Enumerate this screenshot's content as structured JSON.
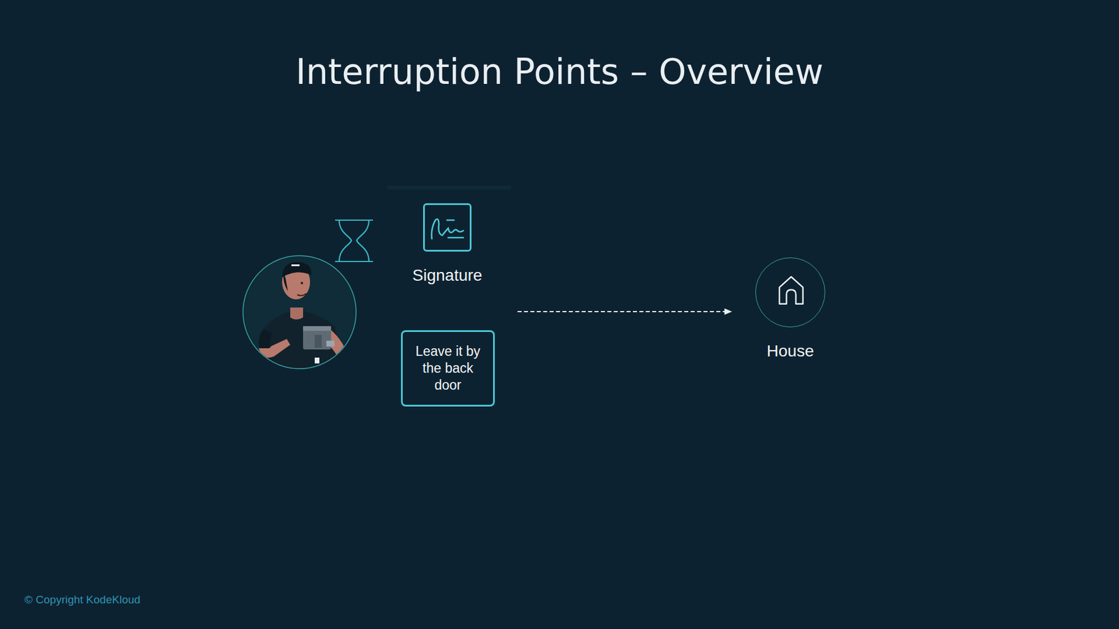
{
  "diagram": {
    "title": "Interruption Points – Overview",
    "nodes": [
      {
        "text": [
          "Signature"
        ]
      },
      {
        "text": [
          "Leave it by the back door"
        ]
      },
      {
        "text": [
          "House"
        ]
      }
    ],
    "labels": [
      "© Copyright KodeKloud"
    ]
  }
}
